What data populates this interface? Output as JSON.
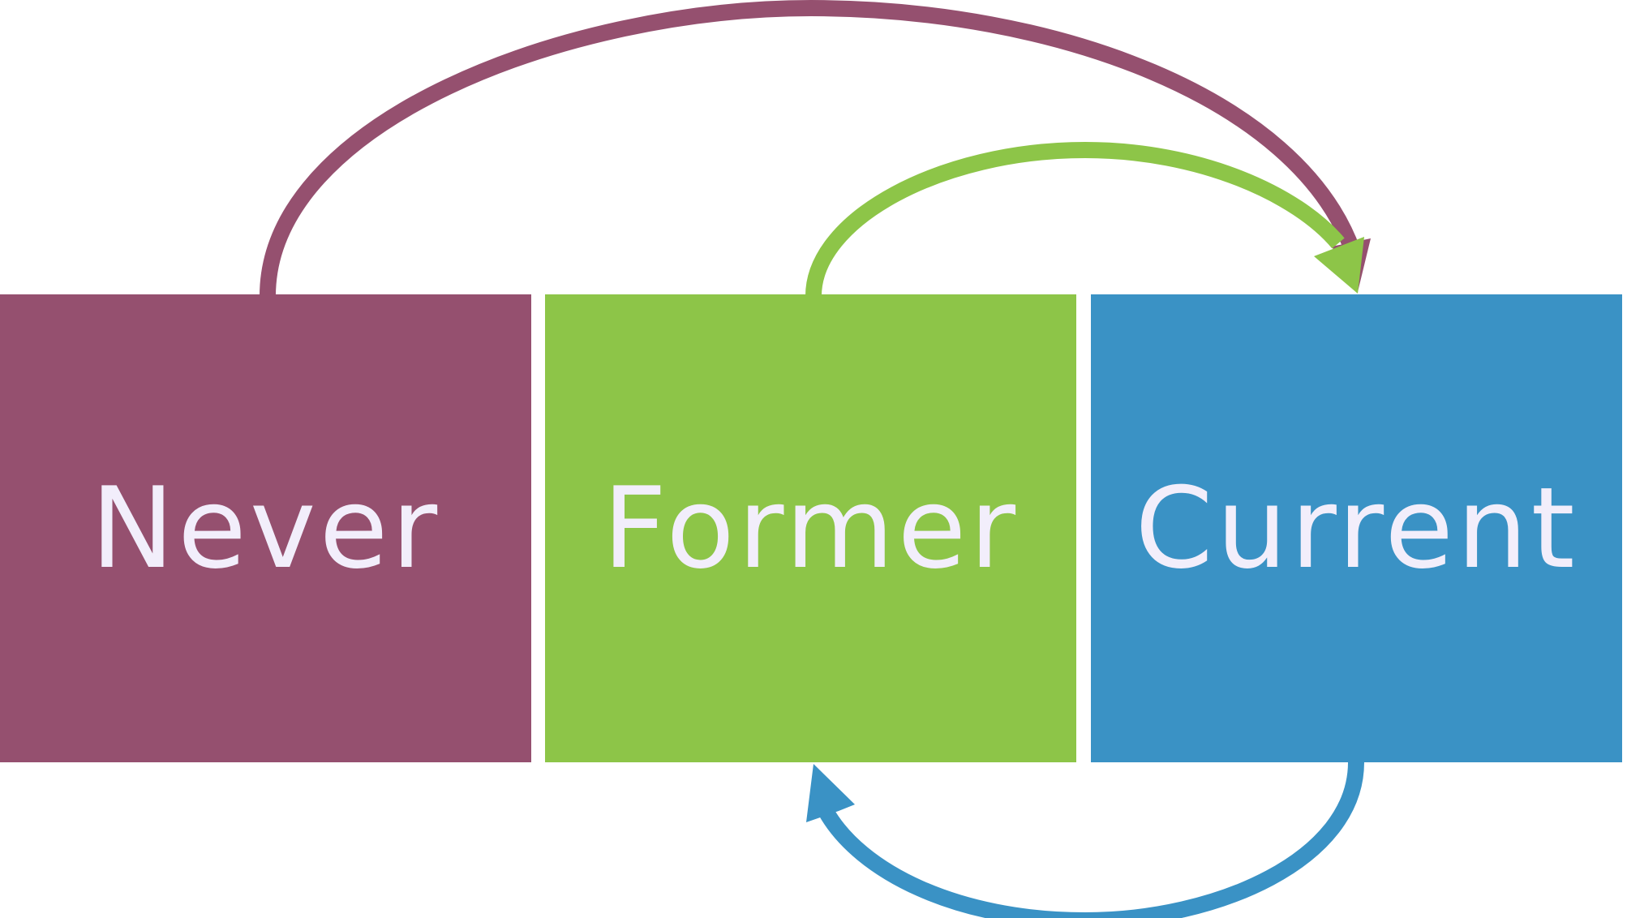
{
  "diagram": {
    "states": [
      {
        "id": "never",
        "label": "Never",
        "color": "#95506f"
      },
      {
        "id": "former",
        "label": "Former",
        "color": "#8dc548"
      },
      {
        "id": "current",
        "label": "Current",
        "color": "#3a92c5"
      }
    ],
    "transitions": [
      {
        "from": "Never",
        "to": "Current",
        "color": "#95506f"
      },
      {
        "from": "Former",
        "to": "Current",
        "color": "#8dc548"
      },
      {
        "from": "Current",
        "to": "Former",
        "color": "#3a92c5"
      }
    ]
  }
}
